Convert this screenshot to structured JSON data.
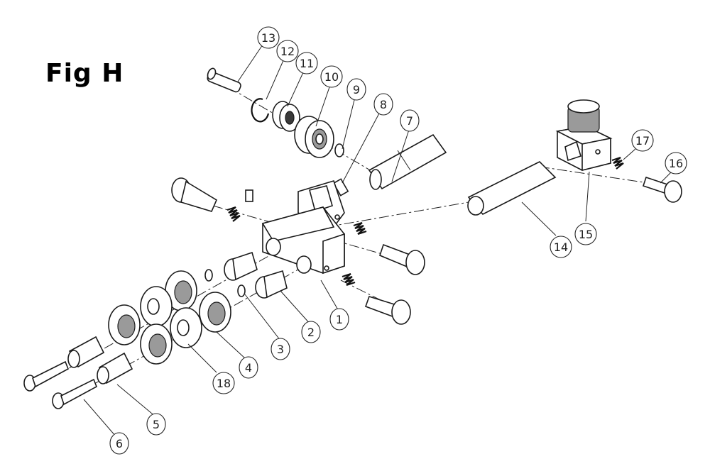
{
  "title": "Fig H",
  "callouts": [
    {
      "label": "1"
    },
    {
      "label": "2"
    },
    {
      "label": "3"
    },
    {
      "label": "4"
    },
    {
      "label": "5"
    },
    {
      "label": "6"
    },
    {
      "label": "7"
    },
    {
      "label": "8"
    },
    {
      "label": "9"
    },
    {
      "label": "10"
    },
    {
      "label": "11"
    },
    {
      "label": "12"
    },
    {
      "label": "13"
    },
    {
      "label": "14"
    },
    {
      "label": "15"
    },
    {
      "label": "16"
    },
    {
      "label": "17"
    },
    {
      "label": "18"
    }
  ]
}
